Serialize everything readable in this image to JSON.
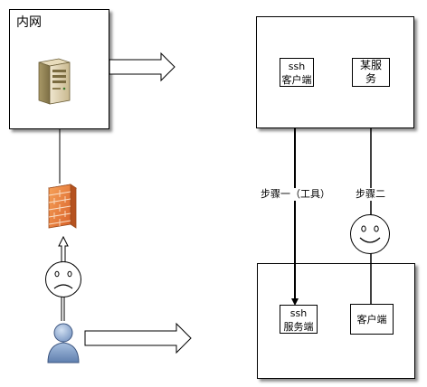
{
  "intranet": {
    "title": "内网"
  },
  "right_zone": {
    "ssh_client": {
      "line1": "ssh",
      "line2": "客户端"
    },
    "some_service": {
      "line1": "某服",
      "line2": "务"
    }
  },
  "bottom_zone": {
    "ssh_server": {
      "line1": "ssh",
      "line2": "服务端"
    },
    "client": {
      "label": "客户端"
    }
  },
  "steps": {
    "step1": "步骤一（工具）",
    "step2": "步骤二"
  },
  "icons": {
    "server": "server-icon",
    "firewall": "firewall-icon",
    "sad_face": "sad-face-icon",
    "happy_face": "happy-face-icon",
    "user": "user-icon"
  }
}
